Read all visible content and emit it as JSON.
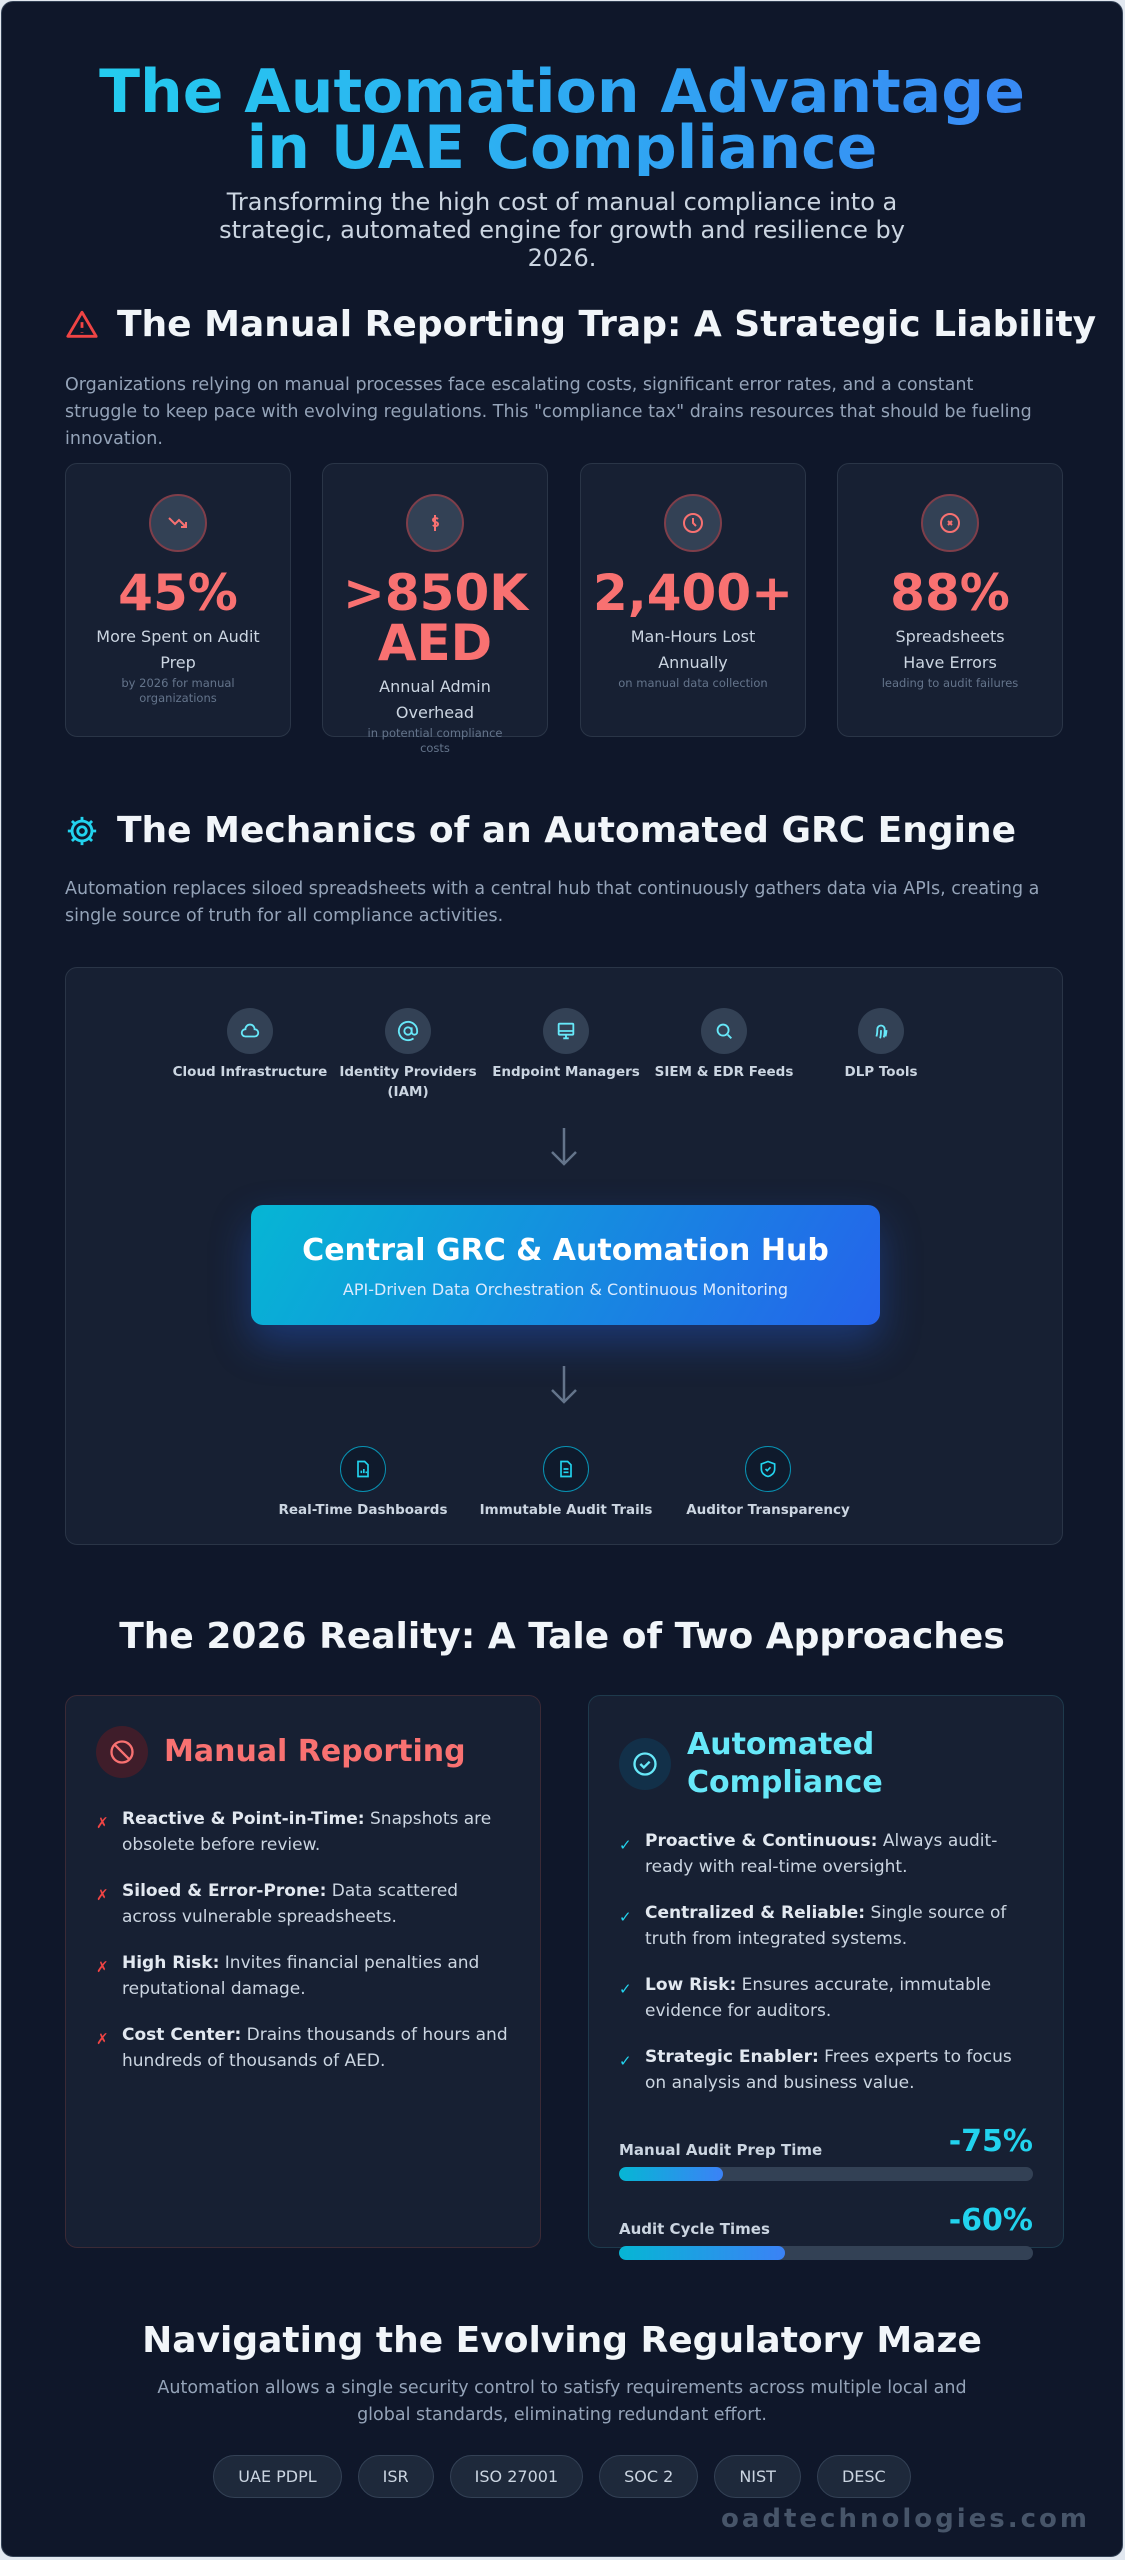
{
  "header": {
    "title": "The Automation Advantage in UAE Compliance",
    "subtitle": "Transforming the high cost of manual compliance into a strategic, automated engine for growth and resilience by 2026."
  },
  "section1": {
    "title": "The Manual Reporting Trap: A Strategic Liability",
    "icon": "warning-triangle-icon",
    "text": "Organizations relying on manual processes face escalating costs, significant error rates, and a constant struggle to keep pace with evolving regulations. This \"compliance tax\" drains resources that should be fueling innovation.",
    "stats": [
      {
        "icon": "trending-down-icon",
        "value": "45%",
        "label": "More Spent on Audit Prep",
        "sub": "by 2026 for manual organizations"
      },
      {
        "icon": "dollar-icon",
        "value": ">850K AED",
        "label": "Annual Admin Overhead",
        "sub": "in potential compliance costs"
      },
      {
        "icon": "clock-icon",
        "value": "2,400+",
        "label": "Man-Hours Lost Annually",
        "sub": "on manual data collection"
      },
      {
        "icon": "x-circle-icon",
        "value": "88%",
        "label": "Spreadsheets Have Errors",
        "sub": "leading to audit failures"
      }
    ]
  },
  "section2": {
    "title": "The Mechanics of an Automated GRC Engine",
    "icon": "gear-icon",
    "text": "Automation replaces siloed spreadsheets with a central hub that continuously gathers data via APIs, creating a single source of truth for all compliance activities.",
    "sources": [
      {
        "icon": "cloud-icon",
        "label": "Cloud Infrastructure"
      },
      {
        "icon": "at-sign-icon",
        "label": "Identity Providers (IAM)"
      },
      {
        "icon": "monitor-icon",
        "label": "Endpoint Managers"
      },
      {
        "icon": "search-icon",
        "label": "SIEM & EDR Feeds"
      },
      {
        "icon": "fingerprint-icon",
        "label": "DLP Tools"
      }
    ],
    "hub": {
      "title": "Central GRC & Automation Hub",
      "subtitle": "API-Driven Data Orchestration & Continuous Monitoring"
    },
    "outputs": [
      {
        "icon": "chart-file-icon",
        "label": "Real-Time Dashboards"
      },
      {
        "icon": "document-icon",
        "label": "Immutable Audit Trails"
      },
      {
        "icon": "shield-check-icon",
        "label": "Auditor Transparency"
      }
    ]
  },
  "section3": {
    "title": "The 2026 Reality: A Tale of Two Approaches",
    "manual": {
      "title": "Manual Reporting",
      "icon": "ban-icon",
      "color": "#f87171",
      "items": [
        {
          "bold": "Reactive & Point-in-Time:",
          "text": " Snapshots are obsolete before review."
        },
        {
          "bold": "Siloed & Error-Prone:",
          "text": " Data scattered across vulnerable spreadsheets."
        },
        {
          "bold": "High Risk:",
          "text": " Invites financial penalties and reputational damage."
        },
        {
          "bold": "Cost Center:",
          "text": " Drains thousands of hours and hundreds of thousands of AED."
        }
      ]
    },
    "automated": {
      "title": "Automated Compliance",
      "icon": "check-circle-icon",
      "color": "#67e8f9",
      "items": [
        {
          "bold": "Proactive & Continuous:",
          "text": " Always audit-ready with real-time oversight."
        },
        {
          "bold": "Centralized & Reliable:",
          "text": " Single source of truth from integrated systems."
        },
        {
          "bold": "Low Risk:",
          "text": " Ensures accurate, immutable evidence for auditors."
        },
        {
          "bold": "Strategic Enabler:",
          "text": " Frees experts to focus on analysis and business value."
        }
      ],
      "metrics": [
        {
          "label": "Manual Audit Prep Time",
          "value": "-75%",
          "fill_percent": 25
        },
        {
          "label": "Audit Cycle Times",
          "value": "-60%",
          "fill_percent": 40
        }
      ]
    }
  },
  "section4": {
    "title": "Navigating the Evolving Regulatory Maze",
    "text": "Automation allows a single security control to satisfy requirements across multiple local and global standards, eliminating redundant effort.",
    "tags": [
      "UAE PDPL",
      "ISR",
      "ISO 27001",
      "SOC 2",
      "NIST",
      "DESC"
    ]
  },
  "footer": {
    "brand": "oadtechnologies.com"
  }
}
